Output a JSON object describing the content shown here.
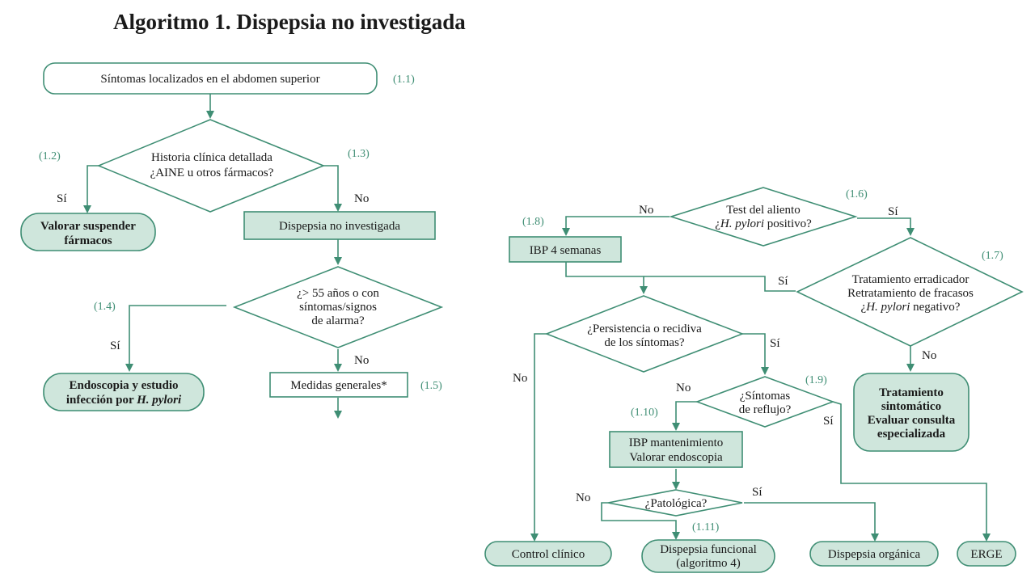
{
  "title": "Algoritmo 1. Dispepsia no investigada",
  "colors": {
    "line": "#3f8e74",
    "fill": "#cfe6dc",
    "text": "#1a1a1a",
    "ref": "#3f8e74"
  },
  "nodes": {
    "n1": "Síntomas localizados en el abdomen superior",
    "q1": [
      "Historia clínica detallada",
      "¿AINE u otros fármacos?"
    ],
    "valorar": [
      "Valorar suspender",
      "fármacos"
    ],
    "dni": "Dispepsia no investigada",
    "q2": [
      "¿> 55 años o con",
      "síntomas/signos",
      "de alarma?"
    ],
    "endo": [
      "Endoscopia y estudio",
      "infección por H. pylori"
    ],
    "medidas": "Medidas generales*",
    "test": [
      "Test del aliento",
      "¿H. pylori positivo?"
    ],
    "ibp4": "IBP 4 semanas",
    "trat": [
      "Tratamiento erradicador",
      "Retratamiento de fracasos",
      "¿H. pylori negativo?"
    ],
    "persist": [
      "¿Persistencia o recidiva",
      "de los síntomas?"
    ],
    "reflujo": [
      "¿Síntomas",
      "de reflujo?"
    ],
    "sint": [
      "Tratamiento",
      "sintomático",
      "Evaluar consulta",
      "especializada"
    ],
    "ibpm": [
      "IBP mantenimiento",
      "Valorar endoscopia"
    ],
    "pato": "¿Patológica?",
    "control": "Control clínico",
    "funcional": [
      "Dispepsia funcional",
      "(algoritmo 4)"
    ],
    "organica": "Dispepsia orgánica",
    "erge": "ERGE"
  },
  "refs": {
    "r11": "(1.1)",
    "r12": "(1.2)",
    "r13": "(1.3)",
    "r14": "(1.4)",
    "r15": "(1.5)",
    "r16": "(1.6)",
    "r17": "(1.7)",
    "r18": "(1.8)",
    "r19": "(1.9)",
    "r110": "(1.10)",
    "r111": "(1.11)"
  },
  "labels": {
    "yes": "Sí",
    "no": "No"
  }
}
